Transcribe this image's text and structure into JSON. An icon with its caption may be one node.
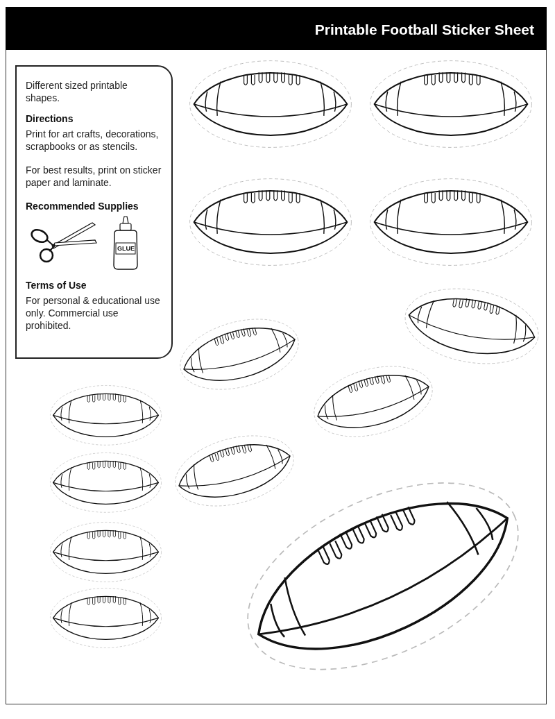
{
  "diagram": {
    "title": "Printable Football Sticker Sheet",
    "nodes": [
      {
        "text": [
          "Different sized printable shapes.",
          "Directions",
          "Print for art crafts, decorations, scrapbooks or as stencils.",
          "For best results, print on sticker paper and laminate.",
          "Recommended Supplies",
          "Terms of Use",
          "For personal & educational use only. Commercial use prohibited."
        ]
      }
    ],
    "labels": [
      "GLUE"
    ]
  }
}
